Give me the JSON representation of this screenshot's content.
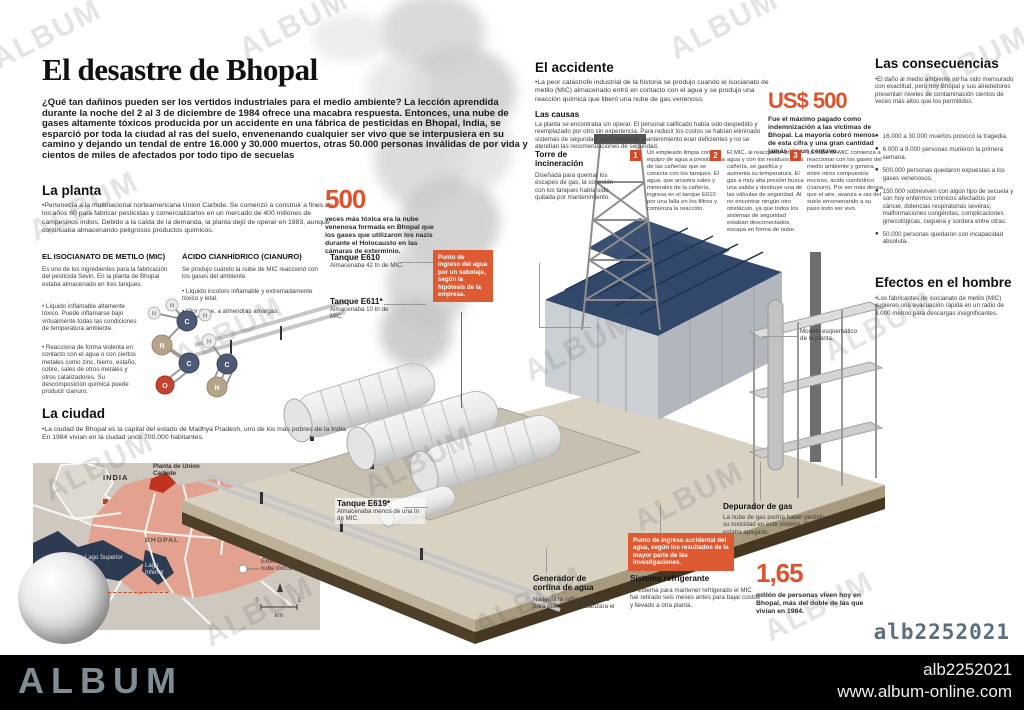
{
  "header": {
    "title": "El desastre de Bhopal",
    "intro": "¿Qué tan dañinos pueden ser los vertidos industriales para el medio ambiente? La lección aprendida durante la noche del 2 al 3 de diciembre de 1984 ofrece una macabra respuesta. Entonces, una nube de gases altamente tóxicos producida por un accidente en una fábrica de pesticidas en Bhopal, India, se esparció por toda la ciudad al ras del suelo, envenenando cualquier ser vivo que se interpusiera en su camino y dejando un tendal de entre 16.000 y 30.000 muertos, otras 50.000  personas inválidas de por vida y cientos de miles de afectados por todo tipo de secuelas"
  },
  "plant": {
    "heading": "La planta",
    "body": "•Pertenecía a la multinacional norteamericana Union Carbide. Se comenzó a construir a fines de los años 60 para fabricar pesticidas y comercializarlos en un mercado de 400 millones de campesinos indios. Debido a la caída de la demanda, la planta dejó de operar en 1983, aunque continuaba almacenando peligrosos productos químicos.",
    "mic": {
      "heading": "EL ISOCIANATO DE METILO (MIC)",
      "intro": "Es uno de los ingredientes para la fabricación del pesticida Sevin. En la planta de Bhopal estaba almacenado en tres tanques.",
      "bullets": [
        "• Líquido inflamable altamente tóxico. Puede inflamarse bajo virtualmente todas las condiciones de temperatura ambiente.",
        "• Reacciona de forma violenta en contacto con el agua o con ciertos metales como zinc, hierro, estaño, cobre, sales de otros metales y otros catalizadores. Su descomposición química puede producir cianuro."
      ]
    },
    "cyanide": {
      "heading": "ÁCIDO CIANHÍDRICO (CIANURO)",
      "intro": "Se produjo cuando la nube de MIC reaccionó con los gases del ambiente.",
      "bullets": [
        "• Líquido incoloro inflamable y extremadamente tóxico y letal.",
        "• Olor dulce, a almendras amargas."
      ]
    }
  },
  "molecules": {
    "mic": {
      "atoms": [
        {
          "label": "H"
        },
        {
          "label": "C"
        },
        {
          "label": "H"
        },
        {
          "label": "H"
        },
        {
          "label": "N"
        },
        {
          "label": "C"
        },
        {
          "label": "O"
        }
      ]
    },
    "hcn": {
      "atoms": [
        {
          "label": "H"
        },
        {
          "label": "C"
        },
        {
          "label": "N"
        }
      ]
    }
  },
  "fact500": {
    "number": "500",
    "text": "veces más tóxica era la nube venenosa formada en Bhopal que los gases que utilizaron los nazis durante el Holocausto en las cámaras de exterminio."
  },
  "tanks": [
    {
      "name": "Tanque E610",
      "desc": "Almacenaba 42 tn de MIC."
    },
    {
      "name": "Tanque E611*",
      "desc": "Almacenaba 10 tn de MIC."
    },
    {
      "name": "Tanque E619*",
      "desc": "Almacenaba menos de una tn de MIC."
    }
  ],
  "accident": {
    "heading": "El accidente",
    "body": "•La peor catástrofe industrial de la historia se produjo cuando el isocianato de metilo (MIC) almacenado entró en contacto con el agua y se produjo una reacción química que liberó una nube de gas venenoso.",
    "causes_heading": "Las causas",
    "causes_body": "La planta se encontraba sin operar. El personal calificado había sido despedido y reemplazado por otro sin experiencia. Para reducir los costos se habían eliminado sistemas de seguridad. Los niveles de mantenimiento eran deficientes y no se atendían las recomendaciones de seguridad."
  },
  "us500": {
    "number": "US$ 500",
    "text": "Fue el máximo pagado como indemnización a las víctimas de Bhopal. La mayoría cobró menos de esta cifra y una gran cantidad jamás vio un centavo."
  },
  "consequences": {
    "heading": "Las consecuencias",
    "intro": "•El daño al medio ambiente no ha sido mensurado con exactitud, pero hoy Bhopal y sus alrededores presentan niveles de contaminación cientos de veces más altos que los permitidos.",
    "bullet_marker": "●",
    "bullets": [
      "16.000 a 30.000 muertos provocó la tragedia.",
      "6.000 a 8.000 personas murieron la primera semana.",
      "500.000 personas quedaron expuestas a los gases venenosos.",
      "150.000 sobreviven con algún tipo de secuela y son hoy enfermos crónicos afectados por cáncer, dolencias respiratorias severas, malformaciones congénitas, complicaciones ginecológicas, ceguera y sordera entre otras.",
      "50.000 personas quedaron con incapacidad absoluta."
    ]
  },
  "effects": {
    "heading": "Efectos en el hombre",
    "body": "•Los fabricantes de isocianato de metilo (MIC) sugieren una evacuación rápida en un radio de 3.000 metros para descargas insignificantes."
  },
  "tower": {
    "heading": "Torre de incineración",
    "body": "Diseñada para quemar los escapes de gas, la conexión con los tanques había sido quitada por mantenimiento."
  },
  "steps": [
    {
      "num": "1",
      "text": "Un empleado limpia con un equipo de agua a presión una de las cañerías que se conecta con los tanques. El agua, que arrastra sales y minerales de la cañería, ingresa en el tanque E610 por una falla en los filtros y comienza la reacción."
    },
    {
      "num": "2",
      "text": "El MIC, al reaccionar con el agua y con los residuos de la cañería, se gasifica y aumenta su temperatura. El gas a muy alta presión busca una salida y destruye una de las válvulas de seguridad. Al no encontrar ningún otro obstáculo, ya que todos los sistemas de seguridad estaban desconectados, escapa en forma de nube."
    },
    {
      "num": "3",
      "text": "La nube de MIC comienza a reaccionar con los gases del medio ambiente y genera, entre otros compuestos nocivos, ácido cianhídrico (cianuro). Por ser más densa que el aire, avanza a ras del suelo envenenando a su paso todo ser vivo."
    }
  ],
  "callouts": [
    {
      "text": "Punto de ingreso del agua por un sabotaje, según la hipótesis de la empresa."
    },
    {
      "text": "Punto de ingreso accidental del agua, según los resultados de la mayor parte de las investigaciones."
    }
  ],
  "model_label": "Modelo esquemático de la planta.",
  "scrubber": {
    "heading": "Depurador de gas",
    "body": "La nube de gas podría haber perdido su toxicidad en este sistema. Pero estaba apagado."
  },
  "water_curtain": {
    "heading": "Generador de cortina de agua",
    "body": "No tenía la suficiente fuerza para que el agua alcanzara el gas."
  },
  "cooling": {
    "heading": "Sistema refrigerante",
    "body": "El sistema para mantener refrigerado el MIC fue retirado seis meses antes para bajar costos y llevado a otra planta."
  },
  "fact165": {
    "number": "1,65",
    "text": "millón de personas viven hoy en Bhopal, más del doble de las que vivían en 1984."
  },
  "city": {
    "heading": "La ciudad",
    "body": "•La ciudad de Bhopal es la capital del estado de Madhya Pradesh, uno de los más pobres de la India. En 1984 vivían en la ciudad unos 700.000 habitantes.",
    "map": {
      "country": "INDIA",
      "plant_label": "Planta de Union Carbide",
      "city_label": "BHOPAL",
      "lake1": "Lago Superior",
      "lake2": "Lago Inferior",
      "cloud_label": "Extensión de la nube tóxica",
      "scale": {
        "zero": "0",
        "one": "1",
        "unit": "km"
      }
    }
  },
  "watermark": {
    "text": "ALBUM"
  },
  "footer": {
    "brand": "ALBUM",
    "code": "alb2252021",
    "url": "www.album-online.com",
    "code_watermark": "alb2252021"
  },
  "colors": {
    "accent": "#e0512c",
    "callout_bg": "#dd5a33",
    "roof_blue": "#31486b",
    "map_cloud": "#e3a28f",
    "map_lake": "#2c3a52",
    "footer_brand": "#7f8d96"
  }
}
